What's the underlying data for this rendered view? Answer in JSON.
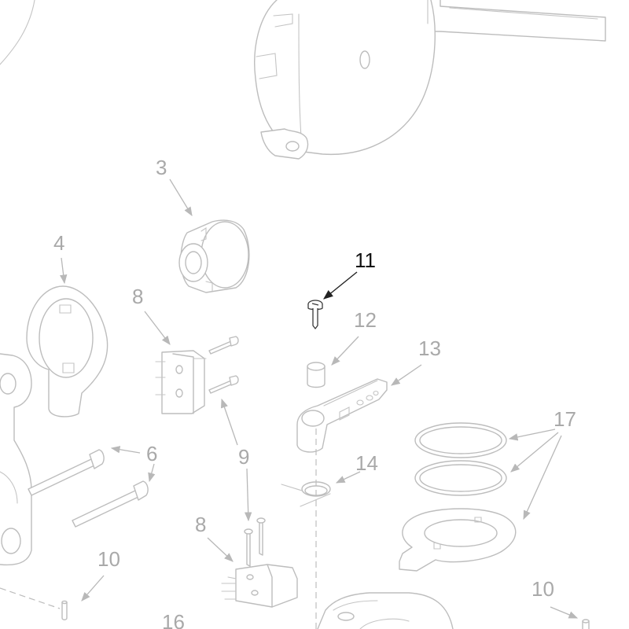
{
  "callouts": {
    "c3": "3",
    "c4": "4",
    "c6": "6",
    "c8a": "8",
    "c8b": "8",
    "c9": "9",
    "c10a": "10",
    "c10b": "10",
    "c11": "11",
    "c12": "12",
    "c13": "13",
    "c14": "14",
    "c16": "16",
    "c17": "17"
  },
  "highlighted_part": "11",
  "colors": {
    "highlight": "#111111",
    "faded_part": "#bdbdbd",
    "faded_label": "#a9a9a9"
  }
}
